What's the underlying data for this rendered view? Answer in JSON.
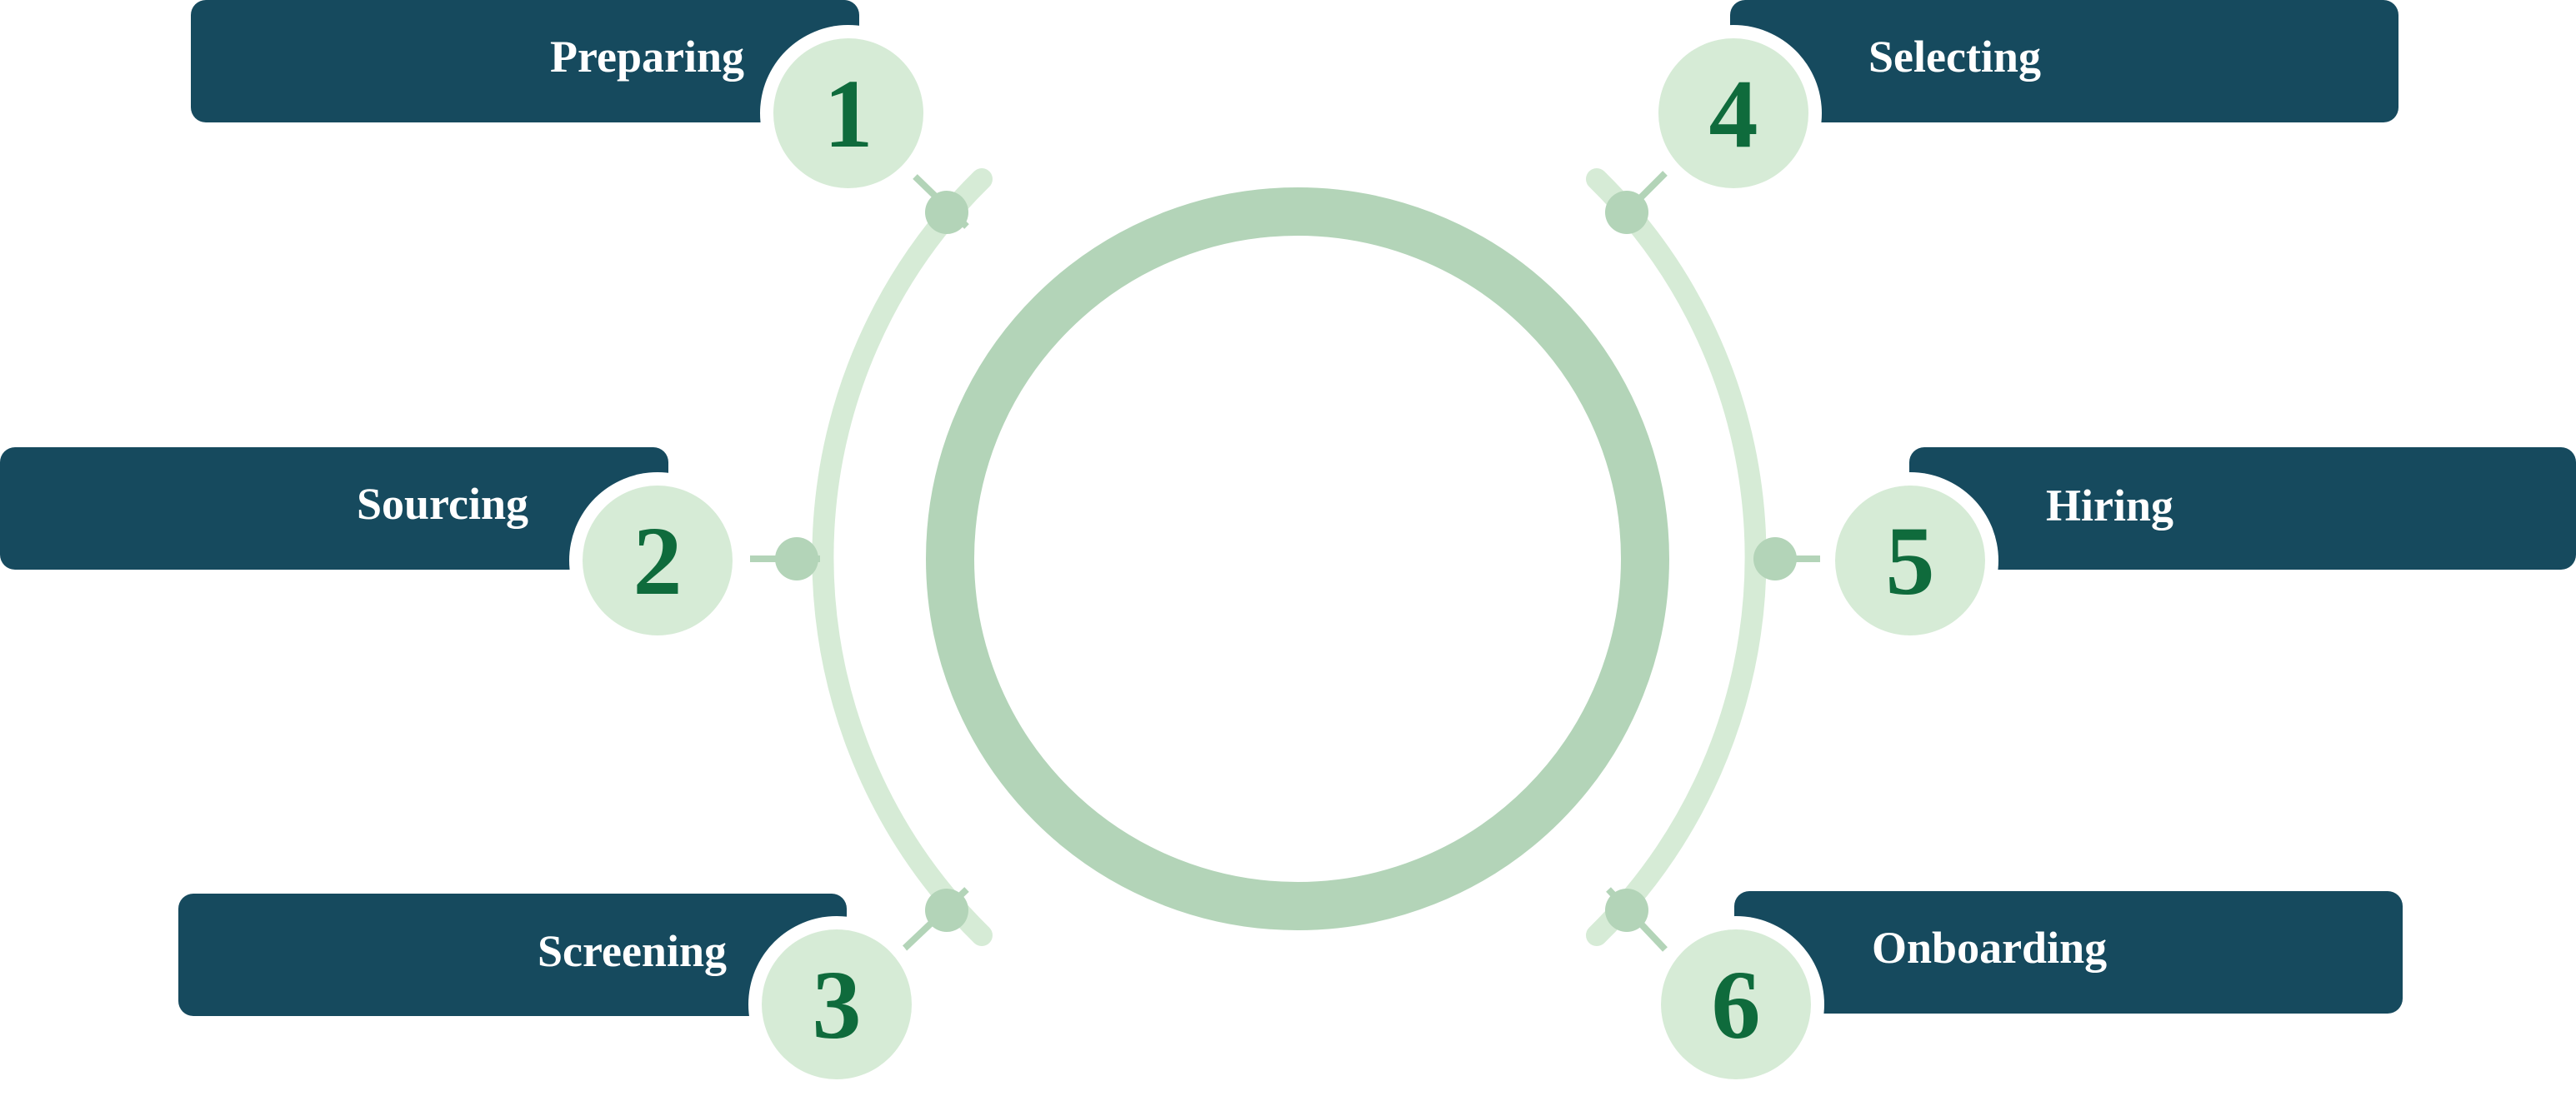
{
  "colors": {
    "banner": "#164a5e",
    "badge_fill": "#d6ebd6",
    "badge_text": "#0f6b3c",
    "ring": "#b3d4b8",
    "arc": "#d6ebd6",
    "connector": "#b3d4b8"
  },
  "steps": [
    {
      "number": "1",
      "label": "Preparing"
    },
    {
      "number": "2",
      "label": "Sourcing"
    },
    {
      "number": "3",
      "label": "Screening"
    },
    {
      "number": "4",
      "label": "Selecting"
    },
    {
      "number": "5",
      "label": "Hiring"
    },
    {
      "number": "6",
      "label": "Onboarding"
    }
  ]
}
